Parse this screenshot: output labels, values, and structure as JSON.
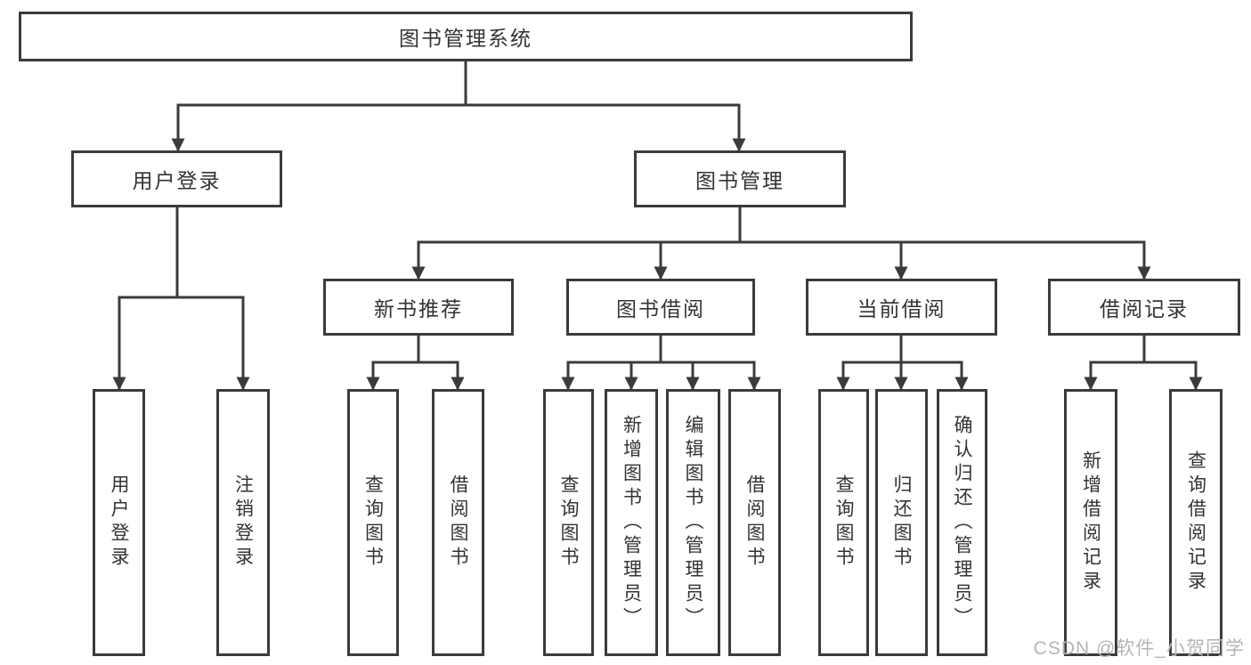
{
  "diagram": {
    "title_node": {
      "label": "图书管理系统"
    },
    "branches": [
      {
        "label": "用户登录",
        "leaves": [
          {
            "label": "用户登录"
          },
          {
            "label": "注销登录"
          }
        ]
      },
      {
        "label": "图书管理",
        "children": [
          {
            "label": "新书推荐",
            "leaves": [
              {
                "label": "查询图书"
              },
              {
                "label": "借阅图书"
              }
            ]
          },
          {
            "label": "图书借阅",
            "leaves": [
              {
                "label": "查询图书"
              },
              {
                "label": "新增图书（管理员）"
              },
              {
                "label": "编辑图书（管理员）"
              },
              {
                "label": "借阅图书"
              }
            ]
          },
          {
            "label": "当前借阅",
            "leaves": [
              {
                "label": "查询图书"
              },
              {
                "label": "归还图书"
              },
              {
                "label": "确认归还（管理员）"
              }
            ]
          },
          {
            "label": "借阅记录",
            "leaves": [
              {
                "label": "新增借阅记录"
              },
              {
                "label": "查询借阅记录"
              }
            ]
          }
        ]
      }
    ]
  },
  "watermark": {
    "text": "CSDN @软件_小贺同学"
  },
  "colors": {
    "line": "#3b3b3b",
    "border": "#3b3b3b",
    "text": "#333333",
    "watermark": "#b5b5b5",
    "background": "#ffffff"
  }
}
